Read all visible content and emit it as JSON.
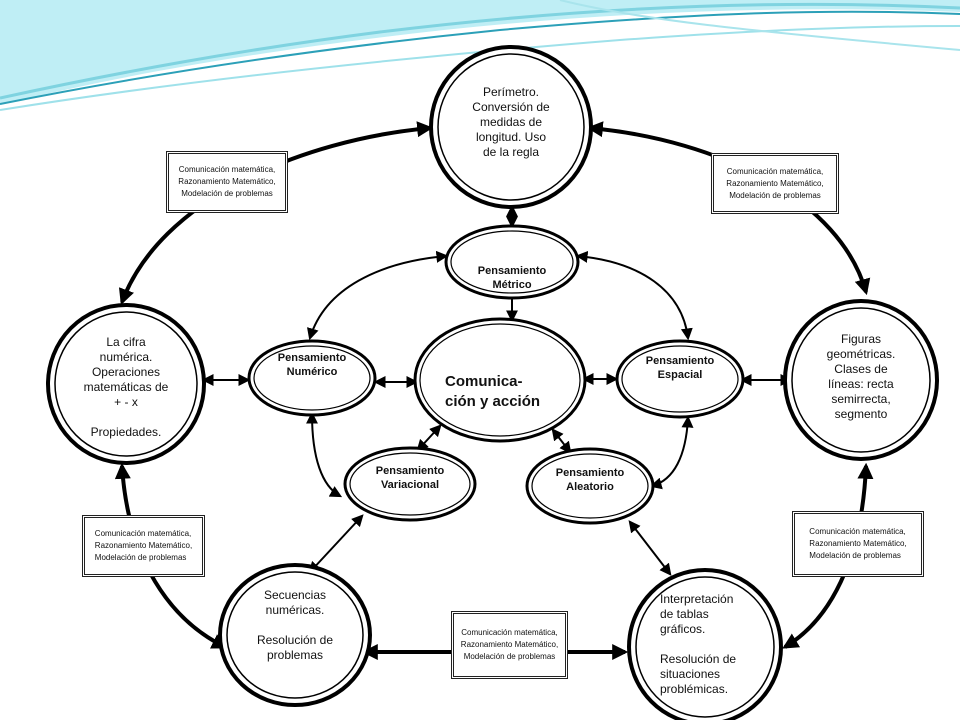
{
  "colors": {
    "banner_light": "#bfeef5",
    "banner_mid": "#7fd3e0",
    "banner_dark": "#2ca0b8",
    "stroke": "#000000"
  },
  "center": {
    "line1": "Comunica-",
    "line2": "ción y acción"
  },
  "thinking": {
    "metrico": "Pensamiento\nMétrico",
    "numerico": "Pensamiento\nNumérico",
    "espacial": "Pensamiento\nEspacial",
    "variacional": "Pensamiento\nVariacional",
    "aleatorio": "Pensamiento\nAleatorio"
  },
  "topics": {
    "perimetro": "Perímetro.\nConversión de\nmedidas de\nlongitud. Uso\nde la regla",
    "cifra": "La cifra\nnumérica.\nOperaciones\nmatemáticas de\n+  -  x\n\nPropiedades.",
    "figuras": "Figuras\ngeométricas.\nClases de\nlíneas: recta\nsemirrecta,\nsegmento",
    "secuencias": "Secuencias\nnuméricas.\n\nResolución de\nproblemas",
    "interpretacion": "Interpretación\nde tablas\ngráficos.\n\nResolución de\nsituaciones\nproblémicas."
  },
  "competencias": "Comunicación matemática,\nRazonamiento Matemático,\nModelación de problemas"
}
